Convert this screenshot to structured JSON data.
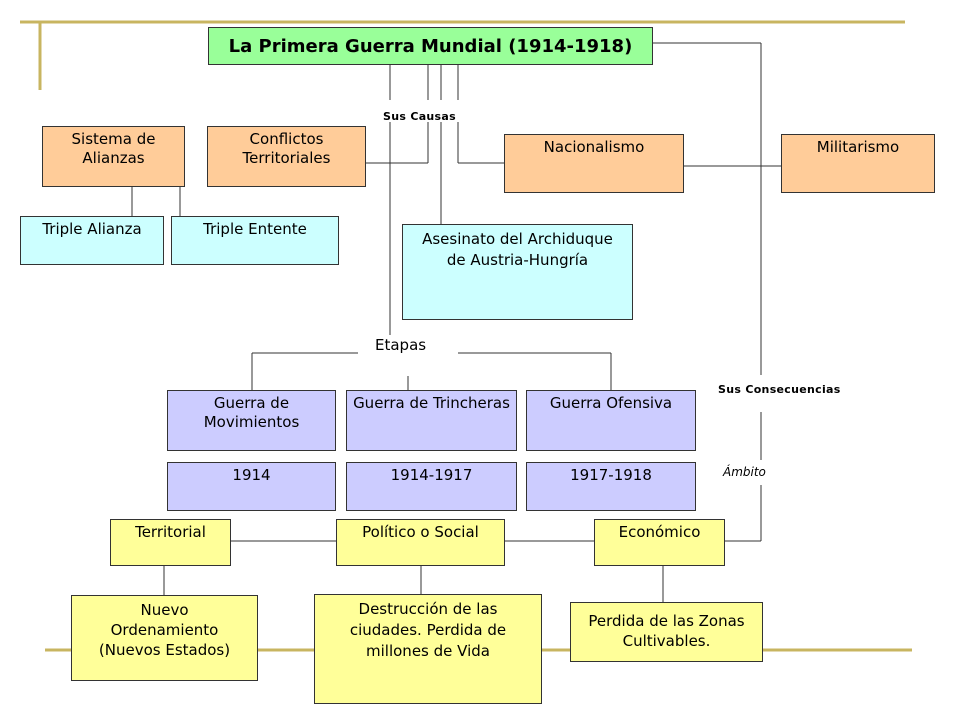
{
  "title": "La Primera Guerra Mundial (1914-1918)",
  "labels": {
    "causas": "Sus Causas",
    "etapas": "Etapas",
    "consecuencias": "Sus Consecuencias",
    "ambito": "Ámbito"
  },
  "causes": {
    "alianzas": "Sistema de Alianzas",
    "conflictos": "Conflictos Territoriales",
    "nacionalismo": "Nacionalismo",
    "militarismo": "Militarismo",
    "triple_alianza": "Triple Alianza",
    "triple_entente": "Triple Entente",
    "asesinato": "Asesinato del Archiduque de Austria-Hungría"
  },
  "stages": [
    {
      "name": "Guerra de Movimientos",
      "years": "1914"
    },
    {
      "name": "Guerra de Trincheras",
      "years": "1914-1917"
    },
    {
      "name": "Guerra Ofensiva",
      "years": "1917-1918"
    }
  ],
  "consequences": [
    {
      "scope": "Territorial",
      "detail": "Nuevo Ordenamiento (Nuevos Estados)"
    },
    {
      "scope": "Político o Social",
      "detail": "Destrucción de las ciudades. Perdida de millones de Vida"
    },
    {
      "scope": "Económico",
      "detail": "Perdida de las Zonas Cultivables."
    }
  ],
  "colors": {
    "frame_line": "#c8b560",
    "title_fill": "#99ff99",
    "cause_fill": "#ffcc99",
    "cause_child_fill": "#ccffff",
    "stage_fill": "#ccccff",
    "consequence_fill": "#ffff99"
  }
}
